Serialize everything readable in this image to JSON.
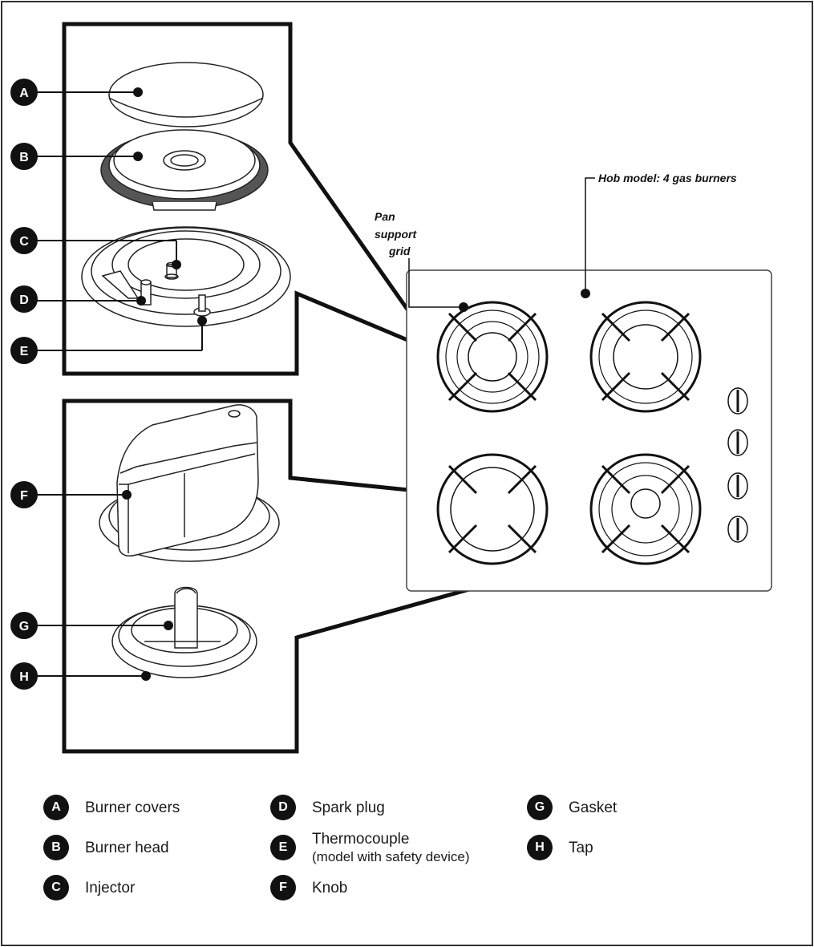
{
  "labels": {
    "hob_model": "Hob model: 4 gas burners",
    "pan_support_line1": "Pan",
    "pan_support_line2": "support",
    "pan_support_line3": "grid"
  },
  "badges": {
    "a": "A",
    "b": "B",
    "c": "C",
    "d": "D",
    "e": "E",
    "f": "F",
    "g": "G",
    "h": "H"
  },
  "legend": [
    {
      "letter": "A",
      "text": "Burner covers"
    },
    {
      "letter": "B",
      "text": "Burner head"
    },
    {
      "letter": "C",
      "text": "Injector"
    },
    {
      "letter": "D",
      "text": "Spark plug"
    },
    {
      "letter": "E",
      "text": "Thermocouple",
      "subtext": "(model with safety device)"
    },
    {
      "letter": "F",
      "text": "Knob"
    },
    {
      "letter": "G",
      "text": "Gasket"
    },
    {
      "letter": "H",
      "text": "Tap"
    }
  ],
  "colors": {
    "ink": "#111111",
    "background": "#ffffff"
  }
}
